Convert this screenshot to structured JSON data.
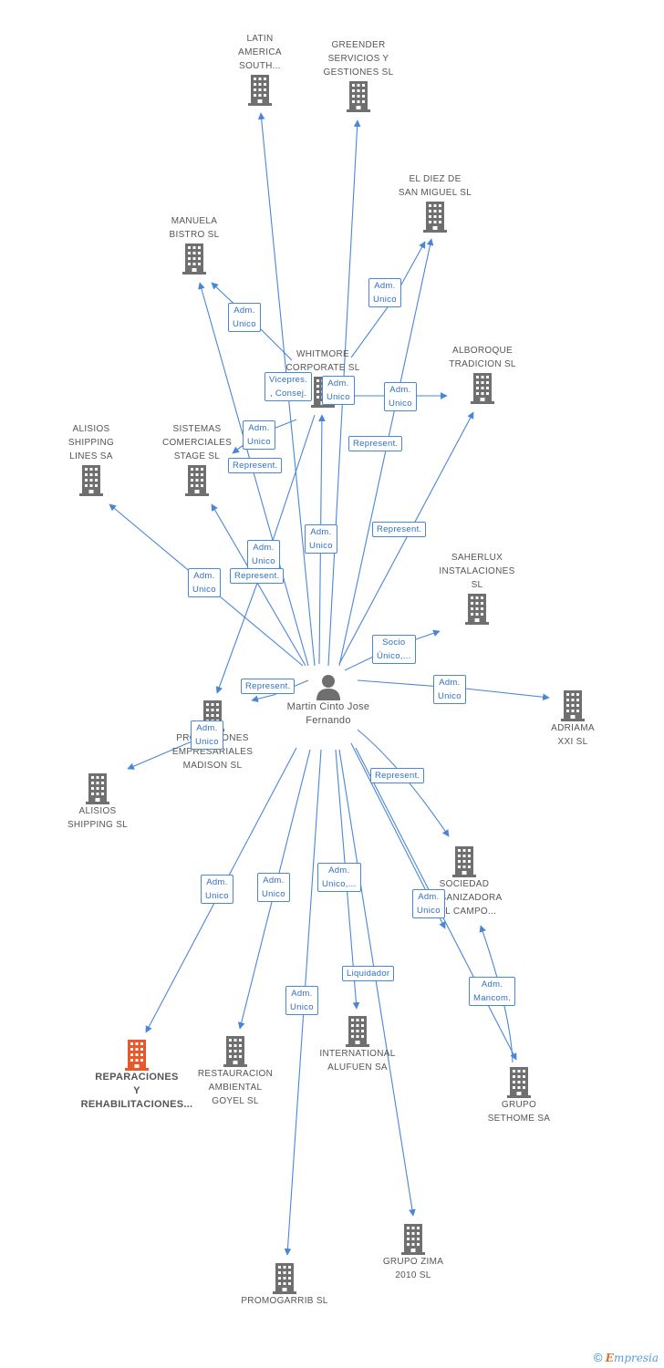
{
  "colors": {
    "edge": "#4a86d8",
    "label_border": "#4a86d8",
    "label_text": "#2f6fc4",
    "building": "#6f6f6f",
    "highlight": "#e8582a"
  },
  "person": {
    "name": [
      "Martin Cinto",
      "Jose",
      "Fernando"
    ],
    "icon": "person-icon"
  },
  "companies": [
    {
      "id": "latin",
      "name": [
        "LATIN",
        "AMERICA",
        "SOUTH..."
      ]
    },
    {
      "id": "greender",
      "name": [
        "GREENDER",
        "SERVICIOS Y",
        "GESTIONES SL"
      ]
    },
    {
      "id": "eldiez",
      "name": [
        "EL DIEZ DE",
        "SAN MIGUEL SL"
      ]
    },
    {
      "id": "manuela",
      "name": [
        "MANUELA",
        "BISTRO  SL"
      ]
    },
    {
      "id": "whitmore",
      "name": [
        "WHITMORE",
        "CORPORATE SL"
      ]
    },
    {
      "id": "alboroque",
      "name": [
        "ALBOROQUE",
        "TRADICION  SL"
      ]
    },
    {
      "id": "alisios_lines",
      "name": [
        "ALISIOS",
        "SHIPPING",
        "LINES SA"
      ]
    },
    {
      "id": "sistemas",
      "name": [
        "SISTEMAS",
        "COMERCIALES",
        "STAGE SL"
      ]
    },
    {
      "id": "saherlux",
      "name": [
        "SAHERLUX",
        "INSTALACIONES",
        "SL"
      ]
    },
    {
      "id": "promociones",
      "name": [
        "PROMOCIONES",
        "EMPRESARIALES",
        "MADISON SL"
      ]
    },
    {
      "id": "adriama",
      "name": [
        "ADRIAMA",
        "XXI SL"
      ]
    },
    {
      "id": "alisios_sl",
      "name": [
        "ALISIOS",
        "SHIPPING SL"
      ]
    },
    {
      "id": "sociedad",
      "name": [
        "SOCIEDAD",
        "URBANIZADORA",
        "DEL CAMPO..."
      ]
    },
    {
      "id": "reparaciones",
      "name": [
        "REPARACIONES",
        "Y",
        "REHABILITACIONES..."
      ]
    },
    {
      "id": "restauracion",
      "name": [
        "RESTAURACION",
        "AMBIENTAL",
        "GOYEL SL"
      ]
    },
    {
      "id": "international",
      "name": [
        "INTERNATIONAL",
        "ALUFUEN SA"
      ]
    },
    {
      "id": "sethome",
      "name": [
        "GRUPO",
        "SETHOME SA"
      ]
    },
    {
      "id": "zima",
      "name": [
        "GRUPO ZIMA",
        "2010 SL"
      ]
    },
    {
      "id": "promogarrib",
      "name": [
        "PROMOGARRIB SL"
      ]
    }
  ],
  "labels": [
    {
      "id": "l_manuela",
      "lines": [
        "Adm.",
        "Unico"
      ]
    },
    {
      "id": "l_eldiez",
      "lines": [
        "Adm.",
        "Unico"
      ]
    },
    {
      "id": "l_vicepres",
      "lines": [
        "Vicepres.",
        ", Consej."
      ]
    },
    {
      "id": "l_whitmore",
      "lines": [
        "Adm.",
        "Unico"
      ]
    },
    {
      "id": "l_alboroque",
      "lines": [
        "Adm.",
        "Unico"
      ]
    },
    {
      "id": "l_sistemas_adm",
      "lines": [
        "Adm.",
        "Unico"
      ]
    },
    {
      "id": "l_represent_whit",
      "lines": [
        "Represent."
      ]
    },
    {
      "id": "l_represent_sist",
      "lines": [
        "Represent."
      ]
    },
    {
      "id": "l_greender",
      "lines": [
        "Adm.",
        "Unico"
      ]
    },
    {
      "id": "l_represent_alb",
      "lines": [
        "Represent."
      ]
    },
    {
      "id": "l_latin",
      "lines": [
        "Adm.",
        "Unico"
      ]
    },
    {
      "id": "l_represent_latin",
      "lines": [
        "Represent."
      ]
    },
    {
      "id": "l_alisios_lines",
      "lines": [
        "Adm.",
        "Unico"
      ]
    },
    {
      "id": "l_socio",
      "lines": [
        "Socio",
        "Único,..."
      ]
    },
    {
      "id": "l_represent_prom",
      "lines": [
        "Represent."
      ]
    },
    {
      "id": "l_adriama",
      "lines": [
        "Adm.",
        "Unico"
      ]
    },
    {
      "id": "l_alisios_sl",
      "lines": [
        "Adm.",
        "Unico"
      ]
    },
    {
      "id": "l_represent_soc",
      "lines": [
        "Represent."
      ]
    },
    {
      "id": "l_reparaciones",
      "lines": [
        "Adm.",
        "Unico"
      ]
    },
    {
      "id": "l_restauracion",
      "lines": [
        "Adm.",
        "Unico"
      ]
    },
    {
      "id": "l_international",
      "lines": [
        "Adm.",
        "Unico,..."
      ]
    },
    {
      "id": "l_sociedad",
      "lines": [
        "Adm.",
        "Unico"
      ]
    },
    {
      "id": "l_liquidador",
      "lines": [
        "Liquidador"
      ]
    },
    {
      "id": "l_mancom",
      "lines": [
        "Adm.",
        "Mancom."
      ]
    },
    {
      "id": "l_promogarrib",
      "lines": [
        "Adm.",
        "Unico"
      ]
    }
  ],
  "footer": {
    "copyright": "©",
    "brand_first": "E",
    "brand_rest": "mpresia"
  }
}
